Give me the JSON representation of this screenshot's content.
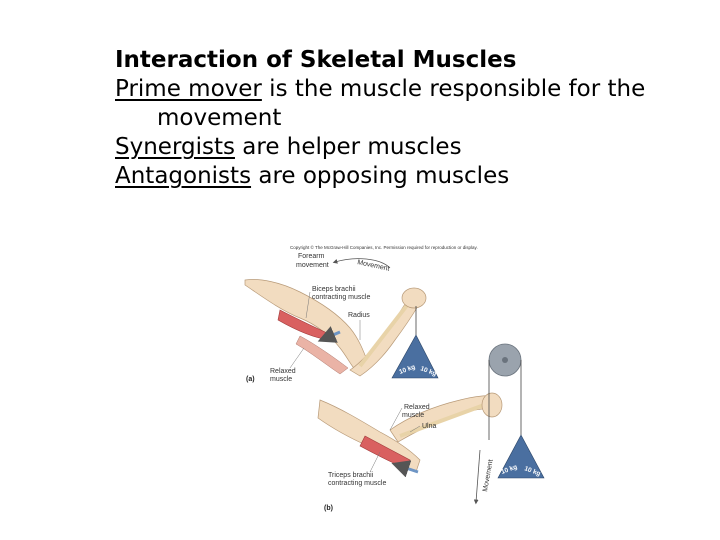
{
  "slide": {
    "title": "Interaction of Skeletal Muscles",
    "points": [
      {
        "term": "Prime mover",
        "rest_line1": " is the muscle responsible for the",
        "rest_line2": "movement"
      },
      {
        "term": "Synergists",
        "rest": " are helper muscles"
      },
      {
        "term": "Antagonists",
        "rest": " are opposing muscles"
      }
    ]
  },
  "figure": {
    "copyright": "Copyright © The McGraw-Hill Companies, Inc. Permission required for reproduction or display.",
    "panel_a": {
      "label": "(a)",
      "forearm_line1": "Forearm",
      "forearm_line2": "movement",
      "movement": "Movement",
      "biceps_line1": "Biceps brachii",
      "biceps_line2": "contracting muscle",
      "radius": "Radius",
      "relaxed_line1": "Relaxed",
      "relaxed_line2": "muscle",
      "weight": "10 kg"
    },
    "panel_b": {
      "label": "(b)",
      "relaxed_line1": "Relaxed",
      "relaxed_line2": "muscle",
      "ulna": "Ulna",
      "triceps_line1": "Triceps brachii",
      "triceps_line2": "contracting muscle",
      "movement": "Movement",
      "weight": "10 kg"
    }
  }
}
